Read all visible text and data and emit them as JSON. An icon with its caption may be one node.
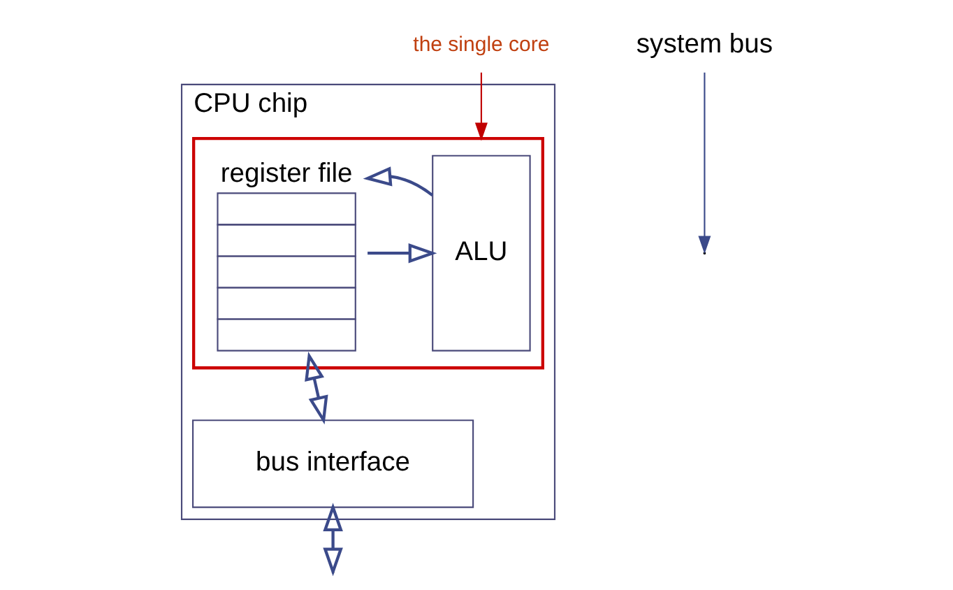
{
  "diagram": {
    "nodes": [
      {
        "text": [
          "CPU chip"
        ]
      },
      {
        "text": [],
        "shape": "box",
        "in": 0
      },
      {
        "text": [
          "register file"
        ],
        "in": 1
      },
      {
        "text": [
          "ALU"
        ],
        "in": 1
      },
      {
        "text": [
          "bus interface"
        ],
        "in": 0
      },
      {
        "text": [
          "the single core"
        ]
      },
      {
        "text": [
          "system bus"
        ]
      }
    ],
    "edges": [
      {
        "from": 2,
        "to": 3,
        "arrow": "to"
      },
      {
        "from": 3,
        "to": 2,
        "arrow": "to"
      },
      {
        "from": 2,
        "to": 4,
        "arrow": "both"
      },
      {
        "from": 4,
        "to": null,
        "arrow": "both"
      },
      {
        "from": 5,
        "to": 1,
        "arrow": "to",
        "color": "#c00000"
      },
      {
        "from": 6,
        "to": null,
        "arrow": "to"
      }
    ]
  }
}
